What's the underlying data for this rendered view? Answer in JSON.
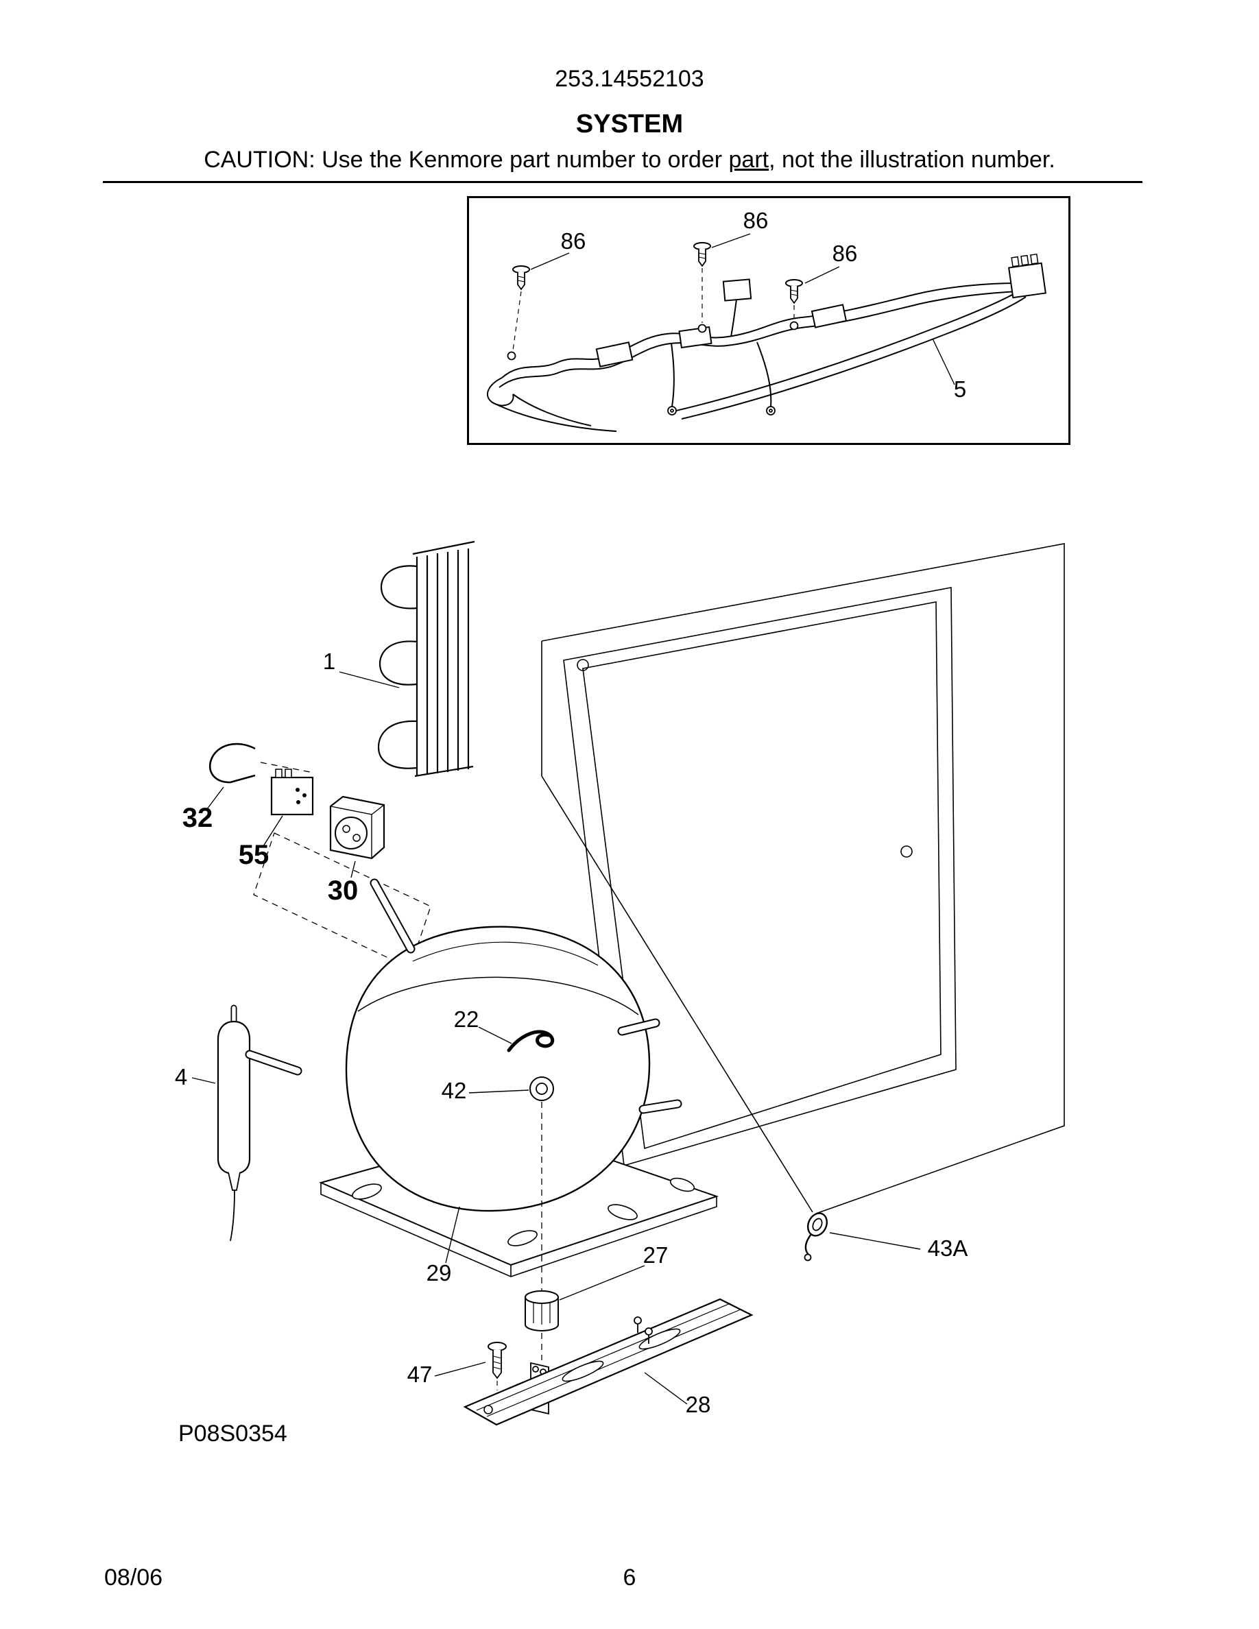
{
  "header": {
    "model_number": "253.14552103",
    "title": "SYSTEM",
    "caution": {
      "prefix": "CAUTION: Use the Kenmore part number to order ",
      "underlined": "part",
      "suffix": ", not the illustration number."
    }
  },
  "harness": {
    "callouts": {
      "screw_left": "86",
      "screw_top": "86",
      "screw_right": "86",
      "harness_cable": "5"
    }
  },
  "diagram": {
    "callouts": {
      "condenser": "1",
      "clip": "32",
      "relay": "55",
      "overload": "30",
      "drier": "4",
      "compressor_clip": "22",
      "grommet": "42",
      "compressor": "29",
      "bumper": "27",
      "clamp": "43A",
      "screw": "47",
      "bracket": "28"
    },
    "code": "P08S0354"
  },
  "footer": {
    "date": "08/06",
    "page_number": "6"
  },
  "colors": {
    "ink": "#000000",
    "paper": "#ffffff"
  }
}
